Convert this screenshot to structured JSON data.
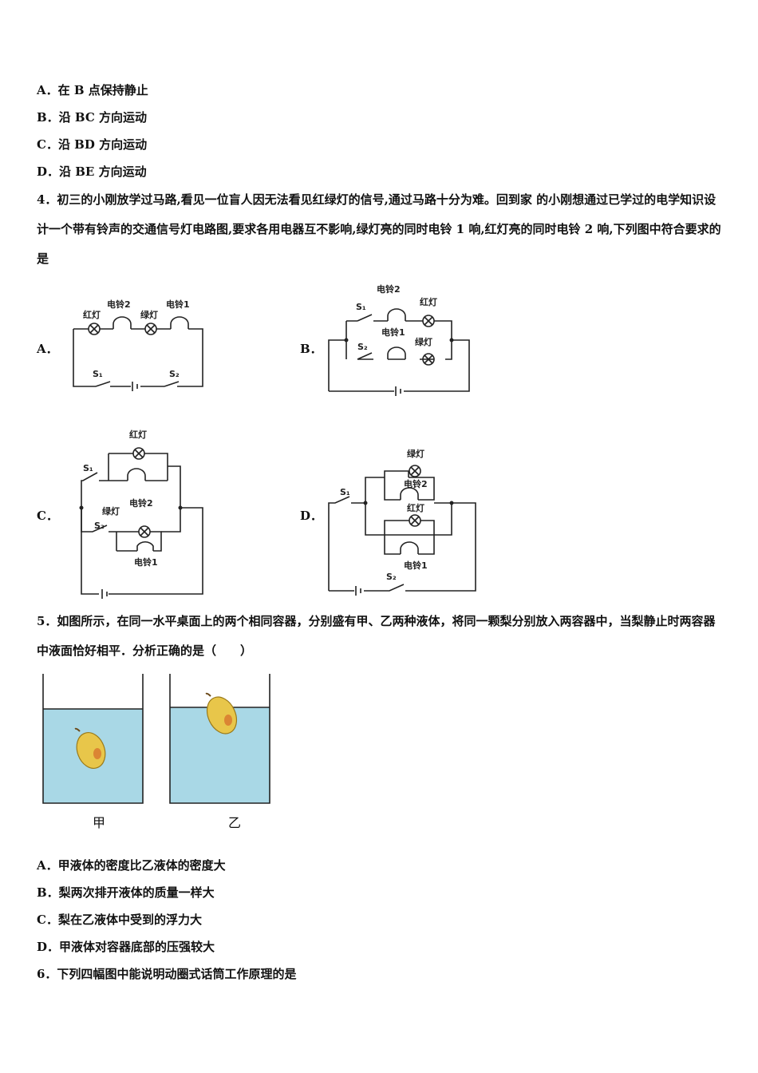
{
  "q3_options": [
    "A．在 B 点保持静止",
    "B．沿 BC 方向运动",
    "C．沿 BD 方向运动",
    "D．沿 BE 方向运动"
  ],
  "q4": {
    "stem": "4．初三的小刚放学过马路,看见一位盲人因无法看见红绿灯的信号,通过马路十分为难。回到家 的小刚想通过已学过的电学知识设计一个带有铃声的交通信号灯电路图,要求各用电器互不影响,绿灯亮的同时电铃 1 响,红灯亮的同时电铃 2 响,下列图中符合要求的是",
    "option_labels": [
      "A．",
      "B．",
      "C．",
      "D．"
    ],
    "labels": {
      "red": "红灯",
      "green": "绿灯",
      "bell1": "电铃1",
      "bell2": "电铃2",
      "s1": "S₁",
      "s2": "S₂"
    }
  },
  "q5": {
    "stem": "5．如图所示，在同一水平桌面上的两个相同容器，分别盛有甲、乙两种液体，将同一颗梨分别放入两容器中，当梨静止时两容器中液面恰好相平．分析正确的是（　　）",
    "caption_left": "甲",
    "caption_right": "乙",
    "options": [
      "A．甲液体的密度比乙液体的密度大",
      "B．梨两次排开液体的质量一样大",
      "C．梨在乙液体中受到的浮力大",
      "D．甲液体对容器底部的压强较大"
    ],
    "liquid_color": "#a9d8e6"
  },
  "q6": {
    "stem": "6．下列四幅图中能说明动圈式话筒工作原理的是"
  }
}
